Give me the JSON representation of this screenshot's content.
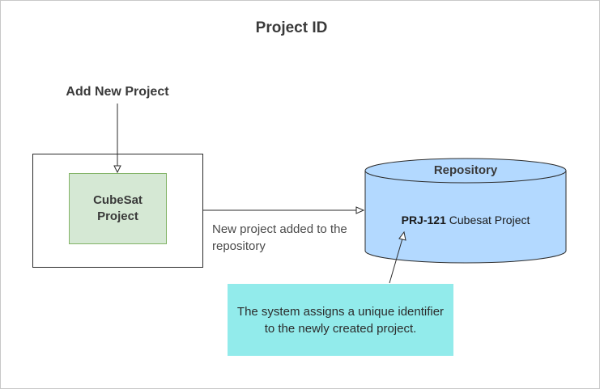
{
  "diagram": {
    "title": "Project ID",
    "add_label": "Add New Project",
    "inner_node": "CubeSat\nProject",
    "edge_label": "New project added to the repository",
    "repository": {
      "title": "Repository",
      "entry_id": "PRJ-121",
      "entry_name": "Cubesat Project"
    },
    "note": "The system assigns a unique identifier\nto the newly created project."
  },
  "colors": {
    "inner_fill": "#d5e8d4",
    "inner_stroke": "#82b366",
    "repo_fill": "#b3d9ff",
    "note_fill": "#92ebeb"
  }
}
